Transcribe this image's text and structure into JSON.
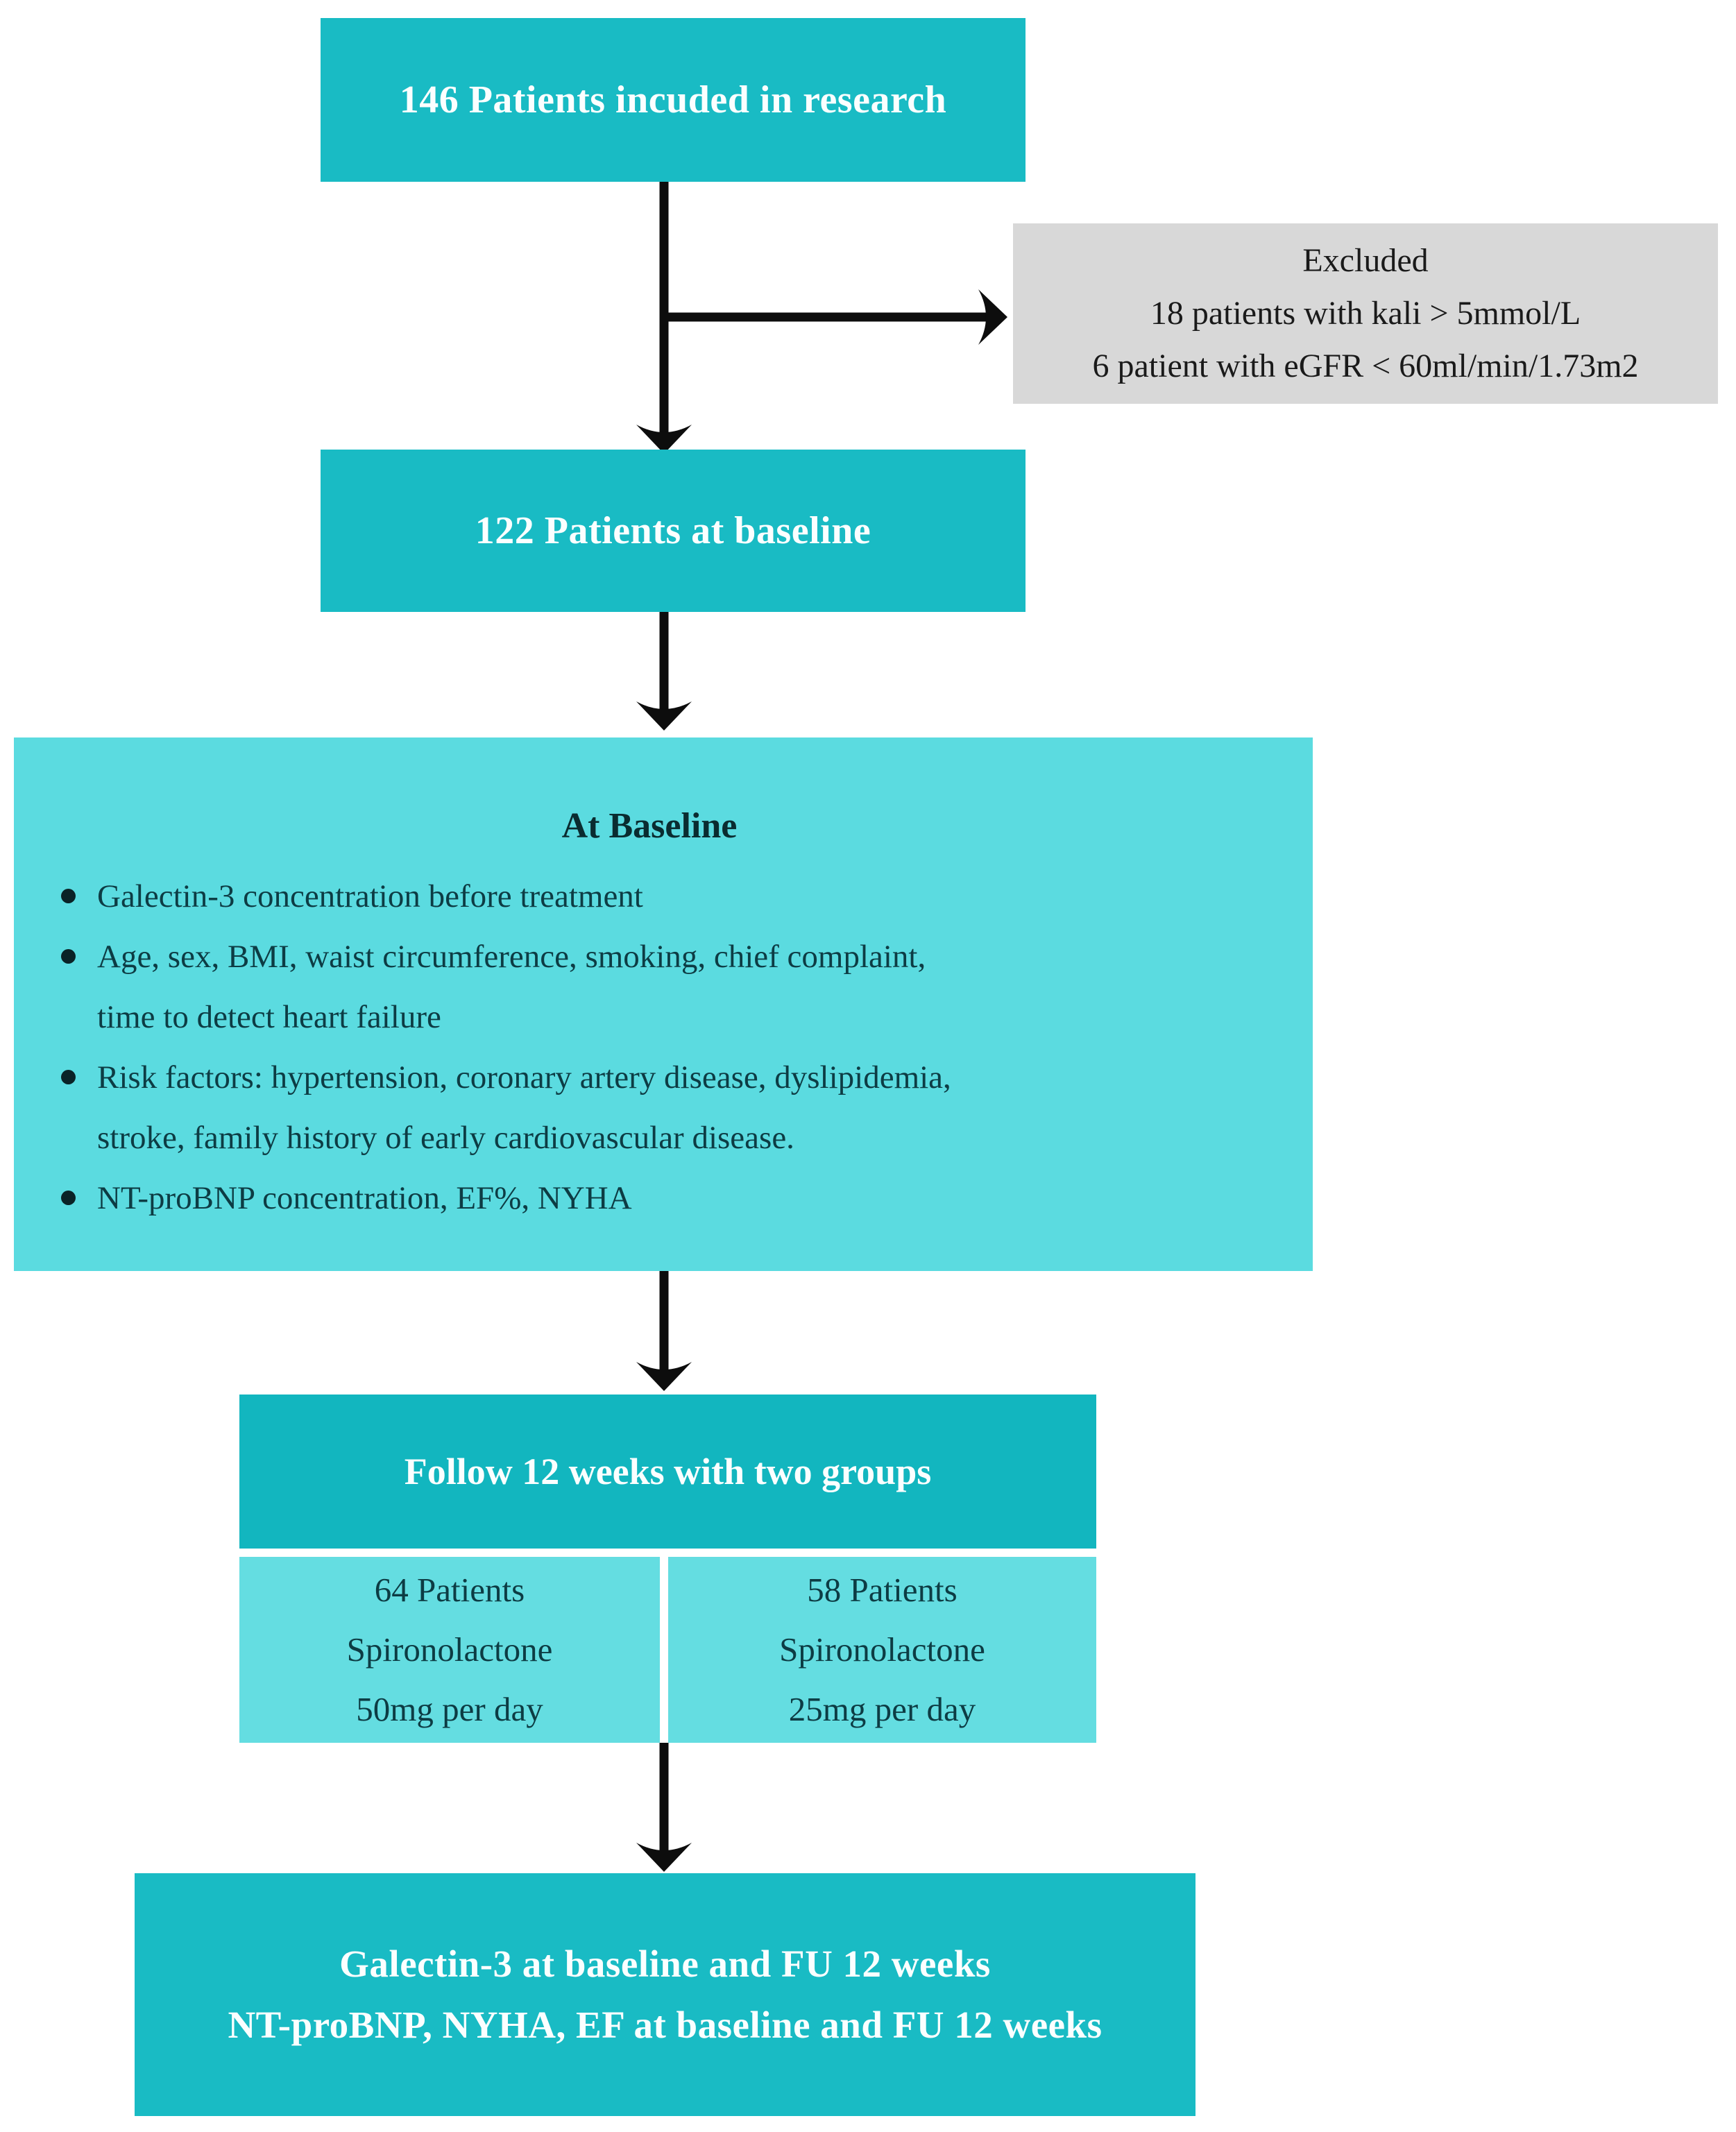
{
  "flowchart": {
    "included_box": {
      "text": "146 Patients incuded in research"
    },
    "excluded_box": {
      "lines": [
        "Excluded",
        "18 patients with kali > 5mmol/L",
        "6 patient with eGFR < 60ml/min/1.73m2"
      ]
    },
    "baseline_count_box": {
      "text": "122 Patients at baseline"
    },
    "at_baseline_box": {
      "title": "At Baseline",
      "bullets": [
        {
          "lines": [
            "Galectin-3 concentration before treatment"
          ]
        },
        {
          "lines": [
            "Age, sex, BMI, waist circumference, smoking, chief complaint,",
            "time to detect heart failure"
          ]
        },
        {
          "lines": [
            "Risk factors: hypertension, coronary artery disease, dyslipidemia,",
            "stroke, family history of early cardiovascular disease."
          ]
        },
        {
          "lines": [
            "NT-proBNP concentration, EF%, NYHA"
          ]
        }
      ]
    },
    "follow_box": {
      "text": "Follow 12 weeks with two groups"
    },
    "group_left_box": {
      "lines": [
        "64 Patients",
        "Spironolactone",
        "50mg per day"
      ]
    },
    "group_right_box": {
      "lines": [
        "58 Patients",
        "Spironolactone",
        "25mg per day"
      ]
    },
    "outcome_box": {
      "lines": [
        "Galectin-3 at baseline and FU 12 weeks",
        "NT-proBNP, NYHA, EF at baseline and FU 12 weeks"
      ]
    },
    "colors": {
      "teal_dark": "#19bbc4",
      "teal_follow": "#12b6bf",
      "teal_light": "#5bdbe0",
      "teal_subgroup": "#64dde1",
      "gray": "#d8d8d8",
      "arrow_black": "#0d0d0d",
      "text_dark": "#0d3c44",
      "text_white": "#fbffff"
    }
  }
}
